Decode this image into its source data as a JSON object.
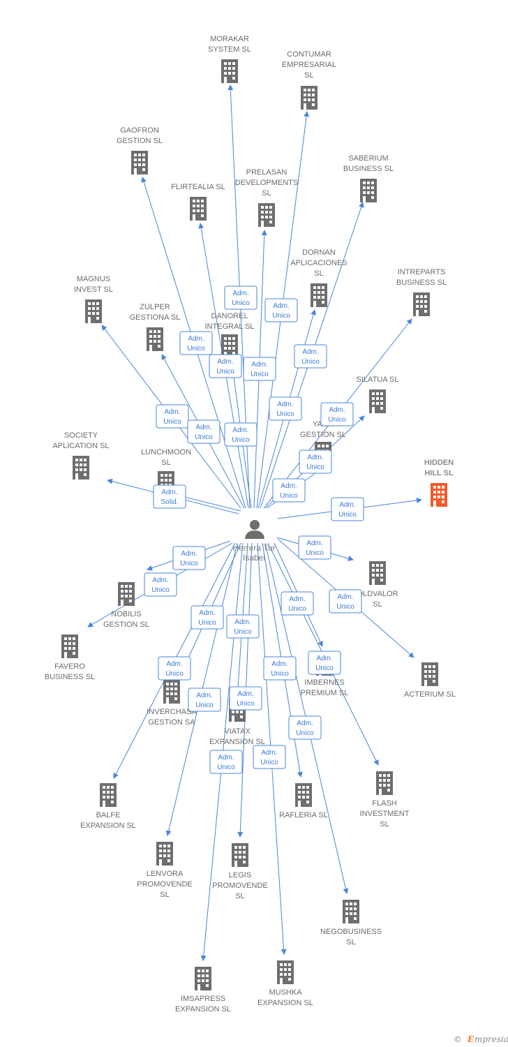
{
  "center_person": {
    "name_line1": "Herrera Tur",
    "name_line2": "Isabel",
    "icon": "person-icon"
  },
  "colors": {
    "edge": "#4a86d8",
    "building": "#6e6e6e",
    "highlight": "#f05a28",
    "role_text": "#3a7bd5"
  },
  "companies": [
    {
      "id": "morakar",
      "lines": [
        "MORAKAR",
        "SYSTEM  SL"
      ],
      "role": [
        "Adm.",
        "Unico"
      ]
    },
    {
      "id": "contumar",
      "lines": [
        "CONTUMAR",
        "EMPRESARIAL",
        "SL"
      ],
      "role": [
        "Adm.",
        "Unico"
      ]
    },
    {
      "id": "gaofron",
      "lines": [
        "GAOFRON",
        "GESTION  SL"
      ],
      "role": [
        "Adm.",
        "Unico"
      ]
    },
    {
      "id": "saberium",
      "lines": [
        "SABERIUM",
        "BUSINESS  SL"
      ],
      "role": [
        "Adm.",
        "Unico"
      ]
    },
    {
      "id": "prelasan",
      "lines": [
        "PRELASAN",
        "DEVELOPMENTS",
        "SL"
      ],
      "role": [
        "Adm.",
        "Unico"
      ]
    },
    {
      "id": "flirtealia",
      "lines": [
        "FLIRTEALIA  SL"
      ],
      "role": [
        "Adm.",
        "Unico"
      ]
    },
    {
      "id": "dornan",
      "lines": [
        "DORNAN",
        "APLICACIONES",
        "SL"
      ],
      "role": [
        "Adm.",
        "Unico"
      ]
    },
    {
      "id": "magnus",
      "lines": [
        "MAGNUS",
        "INVEST  SL"
      ],
      "role": [
        "Adm.",
        "Unico"
      ]
    },
    {
      "id": "intreparts",
      "lines": [
        "INTREPARTS",
        "BUSINESS  SL"
      ],
      "role": [
        "Adm.",
        "Unico"
      ]
    },
    {
      "id": "zulper",
      "lines": [
        "ZULPER",
        "GESTIONA SL"
      ],
      "role": [
        "Adm.",
        "Unico"
      ]
    },
    {
      "id": "danorel",
      "lines": [
        "DANOREL",
        "INTEGRAL  SL"
      ],
      "role": [
        "Adm.",
        "Unico"
      ]
    },
    {
      "id": "silatua",
      "lines": [
        "SILATUA  SL"
      ],
      "role": [
        "Adm.",
        "Unico"
      ]
    },
    {
      "id": "yama",
      "lines": [
        "YAMA",
        "GESTION  SL"
      ],
      "role": [
        "Adm.",
        "Unico"
      ]
    },
    {
      "id": "society",
      "lines": [
        "SOCIETY",
        "APLICATION SL"
      ],
      "role": []
    },
    {
      "id": "lunchmoon",
      "lines": [
        "LUNCHMOON",
        "SL"
      ],
      "role": [
        "Adm.",
        "Solid."
      ]
    },
    {
      "id": "hidden",
      "lines": [
        "HIDDEN",
        "HILL  SL"
      ],
      "role": [
        "Adm.",
        "Unico"
      ],
      "highlight": true
    },
    {
      "id": "oldvalor",
      "lines": [
        "OLDVALOR",
        "SL"
      ],
      "role": [
        "Adm.",
        "Unico"
      ]
    },
    {
      "id": "nobilis",
      "lines": [
        "NOBILIS",
        "GESTION  SL"
      ],
      "role": [
        "Adm.",
        "Unico"
      ]
    },
    {
      "id": "favero",
      "lines": [
        "FAVERO",
        "BUSINESS  SL"
      ],
      "role": [
        "Adm.",
        "Unico"
      ]
    },
    {
      "id": "acterium",
      "lines": [
        "ACTERIUM  SL"
      ],
      "role": [
        "Adm.",
        "Unico"
      ]
    },
    {
      "id": "imbernes",
      "lines": [
        "IMBERNES",
        "PREMIUM  SL"
      ],
      "role": [
        "Adm.",
        "Unico"
      ]
    },
    {
      "id": "inverchasa",
      "lines": [
        "INVERCHASA",
        "GESTION SA"
      ],
      "role": [
        "Adm.",
        "Unico"
      ]
    },
    {
      "id": "viatax",
      "lines": [
        "VIATAX",
        "EXPANSION  SL"
      ],
      "role": [
        "Adm.",
        "Unico"
      ]
    },
    {
      "id": "balfe",
      "lines": [
        "BALFE",
        "EXPANSION  SL"
      ],
      "role": [
        "Adm.",
        "Unico"
      ]
    },
    {
      "id": "flash",
      "lines": [
        "FLASH",
        "INVESTMENT",
        "SL"
      ],
      "role": [
        "Adm.",
        "Unico"
      ]
    },
    {
      "id": "rafleria",
      "lines": [
        "RAFLERIA  SL"
      ],
      "role": [
        "Adm.",
        "Unico"
      ]
    },
    {
      "id": "lenvora",
      "lines": [
        "LENVORA",
        "PROMOVENDE",
        "SL"
      ],
      "role": [
        "Adm.",
        "Unico"
      ]
    },
    {
      "id": "legis",
      "lines": [
        "LEGIS",
        "PROMOVENDE",
        "SL"
      ],
      "role": [
        "Adm.",
        "Unico"
      ]
    },
    {
      "id": "negobusiness",
      "lines": [
        "NEGOBUSINESS",
        "SL"
      ],
      "role": [
        "Adm.",
        "Unico"
      ]
    },
    {
      "id": "imsapress",
      "lines": [
        "IMSAPRESS",
        "EXPANSION  SL"
      ],
      "role": [
        "Adm.",
        "Unico"
      ]
    },
    {
      "id": "mushka",
      "lines": [
        "MUSHKA",
        "EXPANSION  SL"
      ],
      "role": [
        "Adm.",
        "Unico"
      ]
    }
  ],
  "watermark": {
    "copyright": "©",
    "brand_first": "E",
    "brand_rest": "mpresia"
  }
}
